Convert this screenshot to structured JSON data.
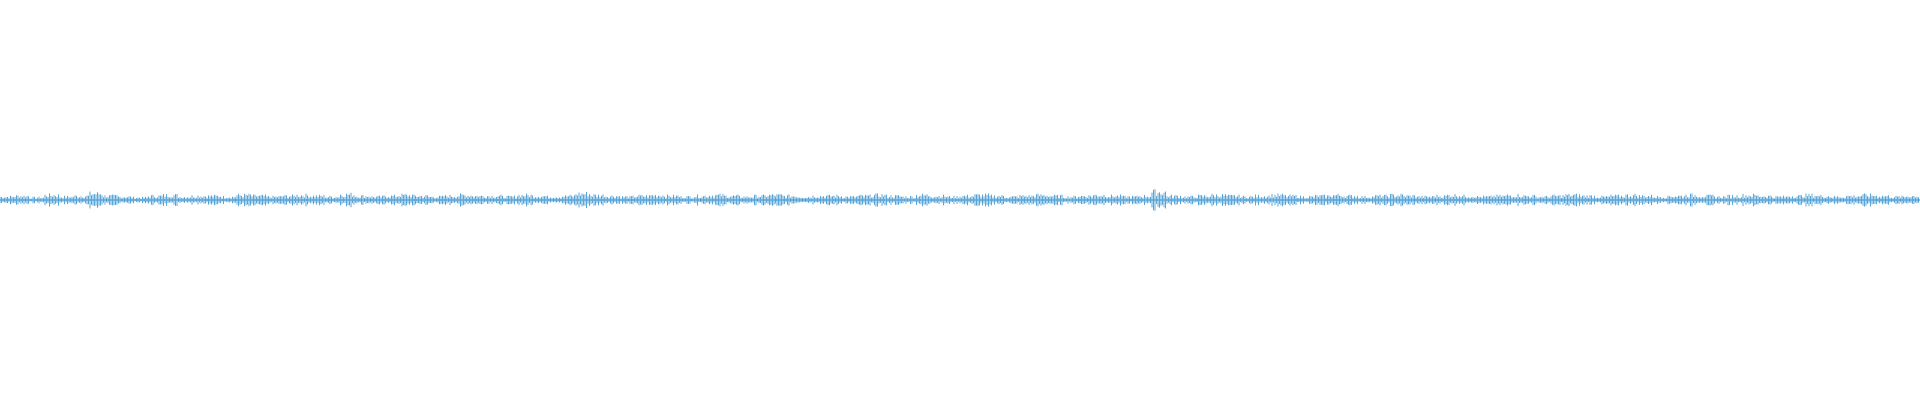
{
  "waveform": {
    "color": "#5aa6d8",
    "background": "#ffffff",
    "amplitude_level": 0.04,
    "peaks": [
      0.04,
      0.05,
      0.03,
      0.06,
      0.04,
      0.05,
      0.08,
      0.05,
      0.04,
      0.03,
      0.05,
      0.06,
      0.04,
      0.05,
      0.05,
      0.04,
      0.06,
      0.05,
      0.04,
      0.05,
      0.06,
      0.05,
      0.04,
      0.07,
      0.05,
      0.04,
      0.05,
      0.06,
      0.05,
      0.04,
      0.05,
      0.06,
      0.05,
      0.05,
      0.04,
      0.06,
      0.05,
      0.04,
      0.05,
      0.08,
      0.06,
      0.05,
      0.04,
      0.05,
      0.06,
      0.05,
      0.04,
      0.05,
      0.06,
      0.05,
      0.04,
      0.05,
      0.06,
      0.05,
      0.04,
      0.05,
      0.05,
      0.04,
      0.05,
      0.06,
      0.05,
      0.04,
      0.06,
      0.05,
      0.04,
      0.05,
      0.06,
      0.05,
      0.04,
      0.05,
      0.06,
      0.05,
      0.04,
      0.05,
      0.06,
      0.05,
      0.04,
      0.05,
      0.1,
      0.05,
      0.04,
      0.05,
      0.06,
      0.05,
      0.04,
      0.05,
      0.06,
      0.05,
      0.04,
      0.05,
      0.06,
      0.05,
      0.04,
      0.05,
      0.06,
      0.05,
      0.04,
      0.05,
      0.06,
      0.05,
      0.04,
      0.05,
      0.06,
      0.05,
      0.04,
      0.05,
      0.06,
      0.05,
      0.04,
      0.05,
      0.06,
      0.05,
      0.04,
      0.05,
      0.06,
      0.05,
      0.04,
      0.05,
      0.06,
      0.05,
      0.04,
      0.05,
      0.06,
      0.05,
      0.04,
      0.05,
      0.06,
      0.05,
      0.04,
      0.05
    ]
  }
}
